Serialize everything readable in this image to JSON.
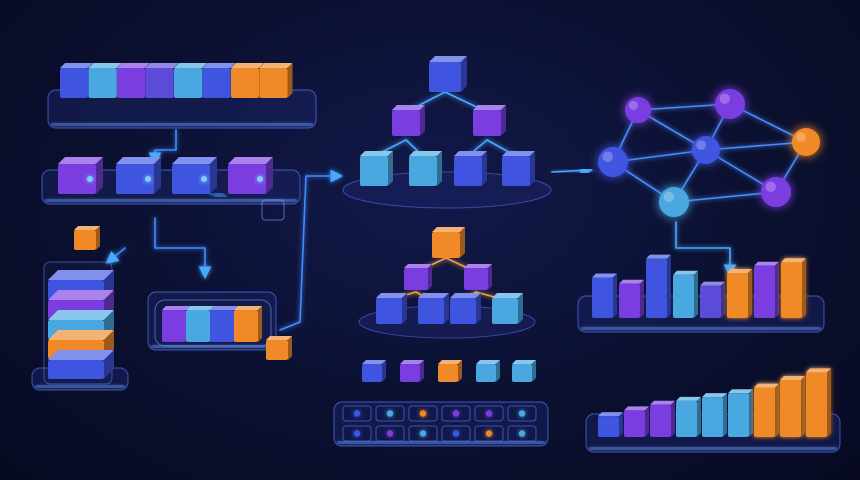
{
  "palette": {
    "background": "#0b1030",
    "blue": "#3f55e0",
    "blue_dark": "#2c3cb8",
    "indigo": "#5b4bd8",
    "purple": "#7a3ee0",
    "cyan": "#4aa8e0",
    "orange": "#f08a28",
    "glow": "#3aa0ff",
    "tray": "#1a2260"
  },
  "array_row": {
    "colors": [
      "blue",
      "cyan",
      "purple",
      "indigo",
      "cyan",
      "blue",
      "orange",
      "orange"
    ]
  },
  "linked_list": {
    "nodes": [
      "purple",
      "blue",
      "blue",
      "purple"
    ]
  },
  "stack": {
    "incoming": "orange",
    "layers": [
      "blue",
      "purple",
      "cyan",
      "orange",
      "blue"
    ]
  },
  "queue": {
    "items": [
      "purple",
      "cyan",
      "blue",
      "orange"
    ],
    "exiting": "orange"
  },
  "tree_top": {
    "root": "blue",
    "level2": [
      "purple",
      "purple"
    ],
    "leaves": [
      "cyan",
      "cyan",
      "blue",
      "blue"
    ]
  },
  "tree_bottom": {
    "root": "orange",
    "level2": [
      "purple",
      "purple"
    ],
    "leaves": [
      "blue",
      "blue",
      "blue",
      "cyan"
    ]
  },
  "hash_table": {
    "keys": [
      "blue",
      "purple",
      "orange",
      "cyan",
      "cyan"
    ],
    "slots_row1": [
      "blue",
      "cyan",
      "orange",
      "purple",
      "purple",
      "cyan"
    ],
    "slots_row2": [
      "blue",
      "purple",
      "cyan",
      "blue",
      "orange",
      "cyan"
    ]
  },
  "graph": {
    "nodes": [
      {
        "id": "a",
        "color": "blue"
      },
      {
        "id": "b",
        "color": "purple"
      },
      {
        "id": "c",
        "color": "purple"
      },
      {
        "id": "d",
        "color": "blue"
      },
      {
        "id": "e",
        "color": "orange"
      },
      {
        "id": "f",
        "color": "cyan"
      },
      {
        "id": "g",
        "color": "purple"
      }
    ],
    "edges": [
      [
        "a",
        "b"
      ],
      [
        "b",
        "c"
      ],
      [
        "a",
        "d"
      ],
      [
        "b",
        "d"
      ],
      [
        "c",
        "d"
      ],
      [
        "c",
        "e"
      ],
      [
        "d",
        "e"
      ],
      [
        "a",
        "f"
      ],
      [
        "d",
        "f"
      ],
      [
        "d",
        "g"
      ],
      [
        "e",
        "g"
      ],
      [
        "f",
        "g"
      ]
    ]
  },
  "bars_unsorted": {
    "values": [
      0.45,
      0.38,
      0.66,
      0.48,
      0.36,
      0.5,
      0.58,
      0.62
    ],
    "colors": [
      "blue",
      "purple",
      "blue",
      "cyan",
      "indigo",
      "orange",
      "purple",
      "orange"
    ]
  },
  "bars_sorted": {
    "values": [
      0.22,
      0.28,
      0.34,
      0.38,
      0.42,
      0.46,
      0.52,
      0.6,
      0.68
    ],
    "colors": [
      "blue",
      "purple",
      "purple",
      "cyan",
      "cyan",
      "cyan",
      "orange",
      "orange",
      "orange"
    ]
  }
}
